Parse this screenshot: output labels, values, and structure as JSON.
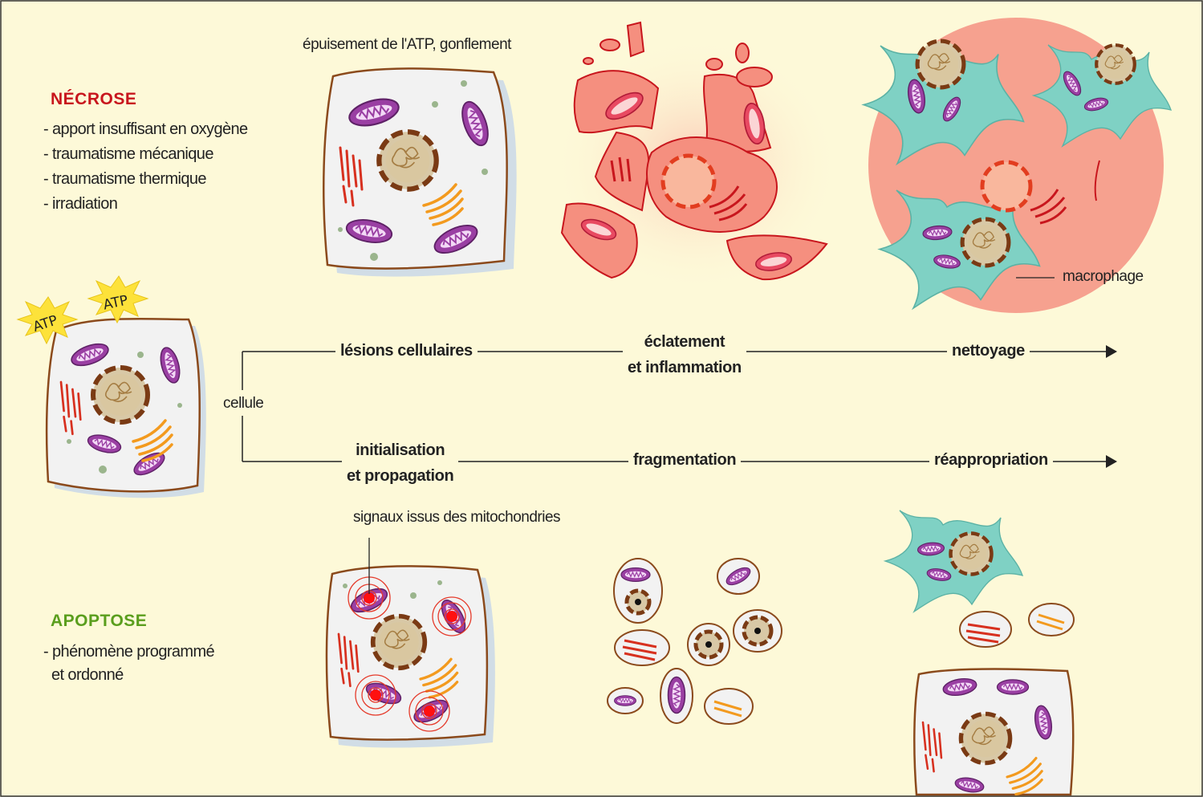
{
  "necrose": {
    "title": "NÉCROSE",
    "causes": [
      "- apport insuffisant en oxygène",
      "- traumatisme mécanique",
      "- traumatisme thermique",
      "- irradiation"
    ],
    "caption_atp": "épuisement de l'ATP, gonflement",
    "caption_macrophage": "macrophage"
  },
  "apoptose": {
    "title": "APOPTOSE",
    "cause_line1": "- phénomène programmé",
    "cause_line2": "et ordonné",
    "caption_signals": "signaux issus des mitochondries"
  },
  "atp_label": "ATP",
  "flow": {
    "cellule": "cellule",
    "top": {
      "step1": "lésions cellulaires",
      "step2_line1": "éclatement",
      "step2_line2": "et inflammation",
      "step3": "nettoyage"
    },
    "bottom": {
      "step1_line1": "initialisation",
      "step1_line2": "et propagation",
      "step2": "fragmentation",
      "step3": "réappropriation"
    }
  },
  "colors": {
    "background": "#fdf9d8",
    "cell_fill": "#f2f2f2",
    "cell_border": "#8b4a1c",
    "mitochondria": "#9a3fa3",
    "nucleus": "#7a3a14",
    "er_red": "#d7301f",
    "golgi_orange": "#f39a1e",
    "necrosis_fill": "#f58f7f",
    "macrophage": "#7fd1c4",
    "necrose_title": "#c8161d",
    "apoptose_title": "#5a9e1d"
  }
}
